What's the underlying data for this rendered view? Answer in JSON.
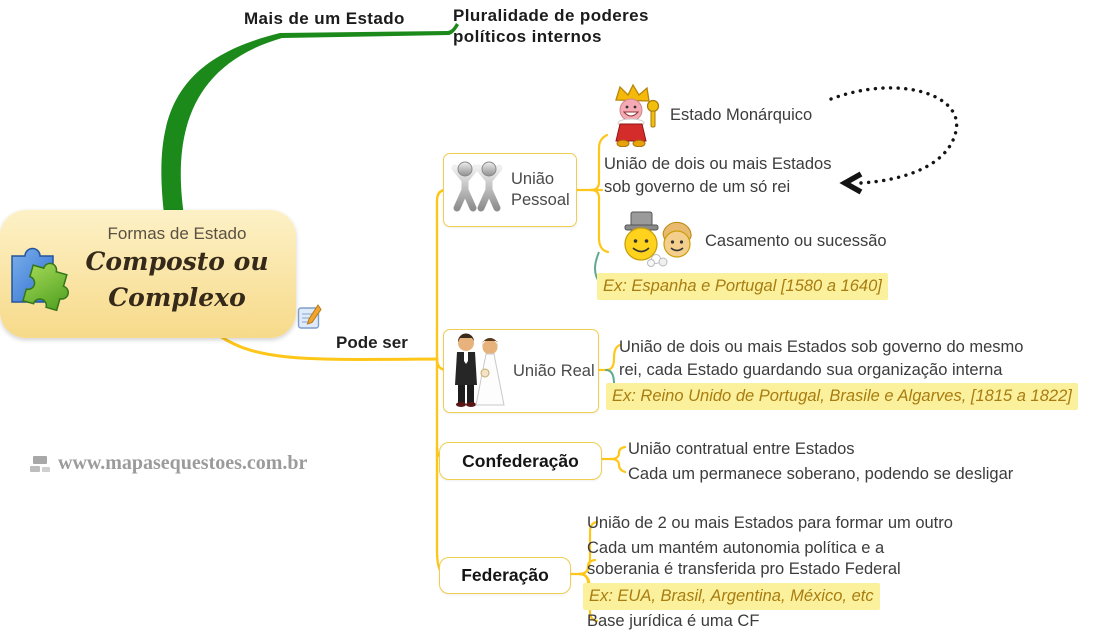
{
  "top_branch": {
    "label": "Mais de um Estado",
    "annotation": {
      "line1": "Pluralidade de poderes",
      "line2": "políticos internos"
    }
  },
  "root": {
    "supertitle": "Formas de Estado",
    "title_line1": "Composto ou",
    "title_line2": "Complexo"
  },
  "connector_label": "Pode ser",
  "branches": {
    "uniao_pessoal": {
      "label_line1": "União",
      "label_line2": "Pessoal",
      "children": {
        "estado_monarquico": "Estado Monárquico",
        "desc_line1": "União de dois ou mais Estados",
        "desc_line2": "sob governo de um só rei",
        "casamento": "Casamento ou sucessão",
        "exemplo": "Ex: Espanha e Portugal [1580 a 1640]"
      }
    },
    "uniao_real": {
      "label": "União Real",
      "children": {
        "desc_line1": "União de dois ou mais Estados sob governo do mesmo",
        "desc_line2": "rei, cada Estado guardando sua organização interna",
        "exemplo": "Ex: Reino Unido de Portugal, Brasile e Algarves, [1815 a 1822]"
      }
    },
    "confederacao": {
      "label": "Confederação",
      "children": {
        "item1": "União contratual entre Estados",
        "item2": "Cada um permanece soberano, podendo se desligar"
      }
    },
    "federacao": {
      "label": "Federação",
      "children": {
        "item1": "União de 2 ou mais Estados para formar um outro",
        "item2_line1": "Cada um mantém autonomia política e a",
        "item2_line2": "soberania é transferida pro Estado Federal",
        "exemplo": "Ex: EUA, Brasil, Argentina, México, etc",
        "item3": "Base jurídica é uma CF"
      }
    }
  },
  "watermark": "www.mapasequestoes.com.br",
  "colors": {
    "branch_green": "#1B8A1B",
    "branch_yellow": "#FFC61A",
    "node_border_yellow": "#F0CE52",
    "root_bg_top": "#FDF1C6",
    "root_bg_bottom": "#F7DA8A",
    "highlight_bg": "#FBF19D",
    "highlight_text": "#A87C10",
    "body_text": "#3C3C3C",
    "ex_link_green": "#5FA98C"
  }
}
